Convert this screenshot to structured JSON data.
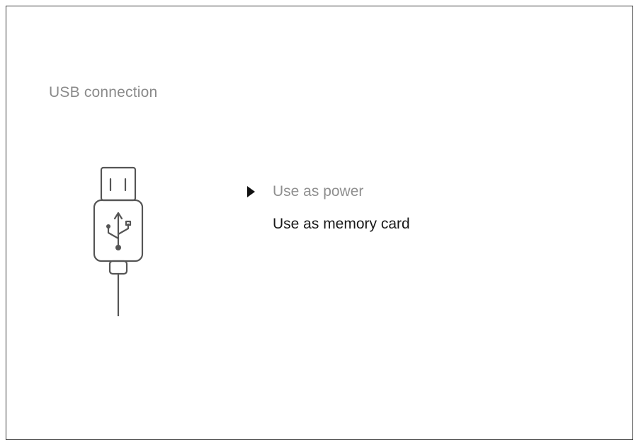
{
  "screen": {
    "title": "USB connection"
  },
  "illustration": {
    "icon": "usb-plug-icon"
  },
  "menu": {
    "selected_index": 0,
    "items": [
      {
        "label": "Use as power",
        "selected": true
      },
      {
        "label": "Use as memory card",
        "selected": false
      }
    ]
  },
  "colors": {
    "border": "#3a3a3a",
    "title_text": "#8a8a8a",
    "selected_text": "#8f8f8f",
    "normal_text": "#1a1a1a",
    "cursor": "#111111",
    "icon_stroke": "#555555"
  }
}
